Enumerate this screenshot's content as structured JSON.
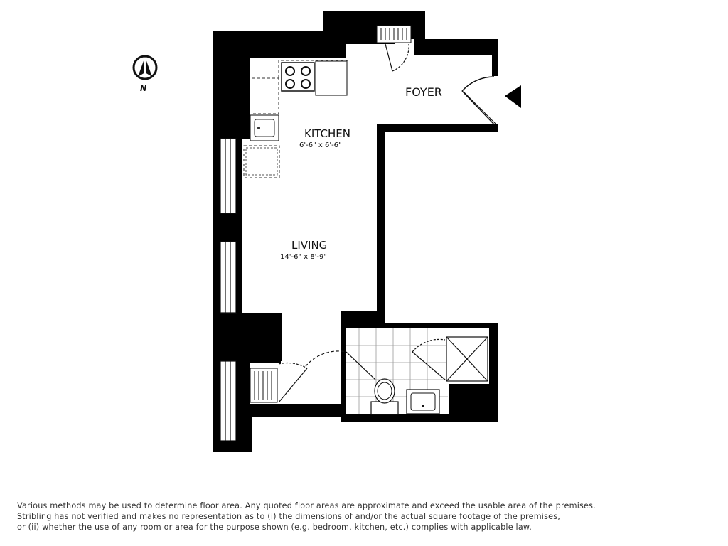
{
  "compass": {
    "label": "N",
    "icon": "north-arrow-icon"
  },
  "rooms": {
    "foyer": {
      "name": "FOYER"
    },
    "kitchen": {
      "name": "KITCHEN",
      "dims": "6'-6\" x 6'-6\""
    },
    "living": {
      "name": "LIVING",
      "dims": "14'-6\" x 8'-9\""
    }
  },
  "entrance": {
    "icon": "entry-arrow-icon"
  },
  "disclaimer": {
    "line1": "Various methods may be used to determine floor area.  Any quoted floor areas are approximate and exceed the usable area of the premises.",
    "line2": "Stribling has not verified and makes no representation as to (i) the dimensions of and/or the actual square footage of the premises,",
    "line3": "or (ii) whether the use of any room or area for the purpose shown (e.g. bedroom, kitchen, etc.) complies with applicable law."
  }
}
